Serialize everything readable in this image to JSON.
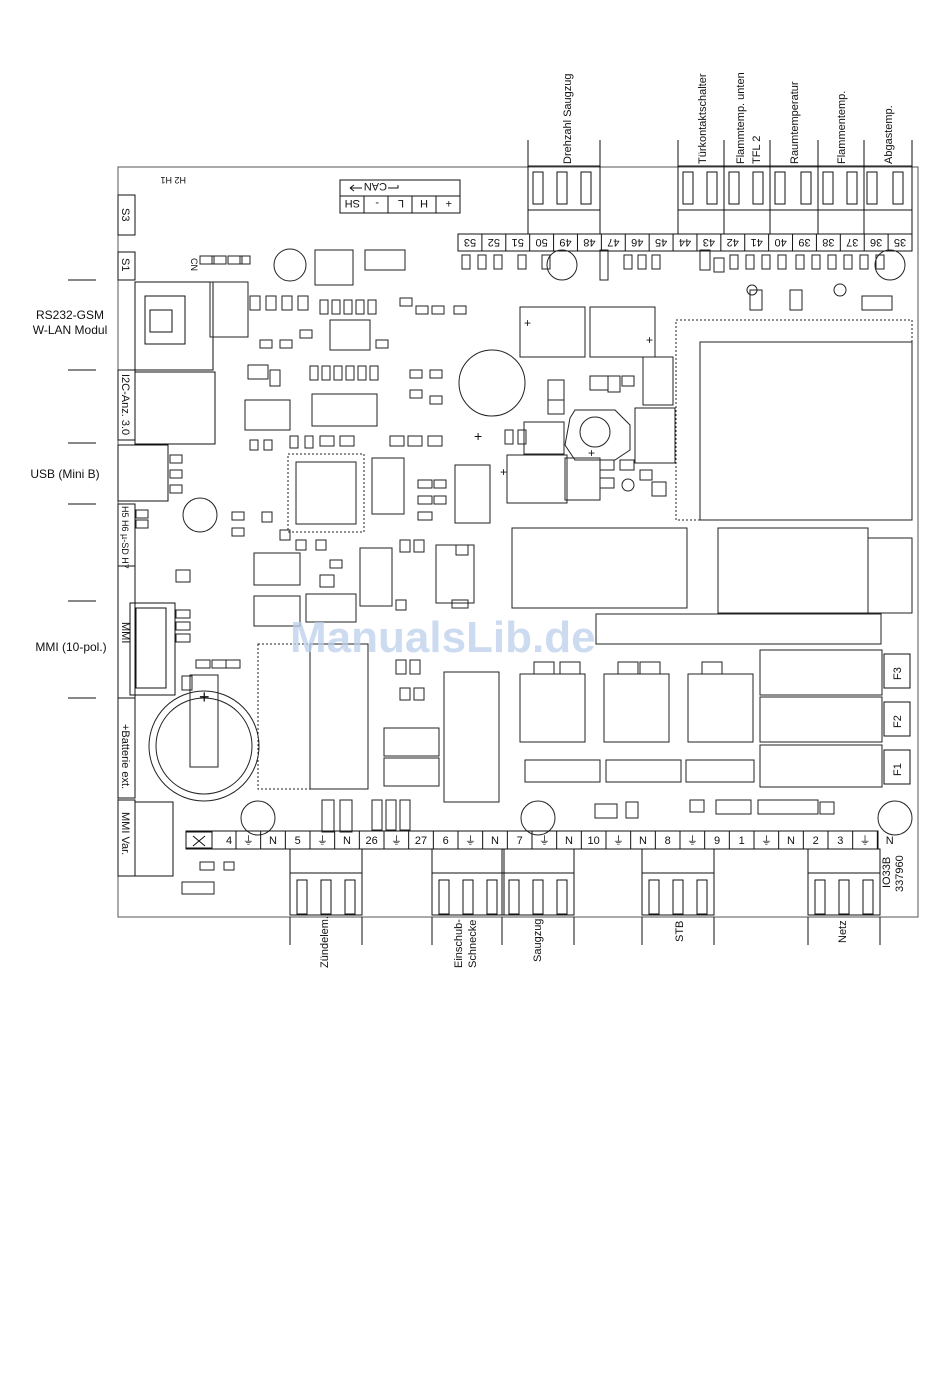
{
  "left_labels": {
    "rs232": [
      "RS232-GSM",
      "W-LAN Modul"
    ],
    "usb": "USB (Mini B)",
    "mmi": "MMI (10-pol.)"
  },
  "left_connectors": {
    "s3": "S3",
    "s1": "S1",
    "i2c": "I2C-Anz. 3.0",
    "usb_slot": "H5 H6 µ-SD H7",
    "mmi": "MMI",
    "batterie": "+Batterie ext.",
    "mmi_var": "MMI Var."
  },
  "top_labels": {
    "drehzahl": "Drehzahl Saugzug",
    "tuerkontakt": "Türkontaktschalter",
    "flammtemp_unten": [
      "Flammtemp. unten",
      "TFL 2"
    ],
    "raumtemperatur": "Raumtemperatur",
    "flammentemp": "Flammentemp.",
    "abgastemp": "Abgastemp."
  },
  "top_terminals": [
    "53",
    "52",
    "51",
    "50",
    "49",
    "48",
    "47",
    "46",
    "45",
    "44",
    "43",
    "42",
    "41",
    "40",
    "39",
    "38",
    "37",
    "36",
    "35"
  ],
  "can_box": {
    "title": "CAN",
    "cells": [
      "SH",
      "-",
      "L",
      "H",
      "+"
    ]
  },
  "small_labels": {
    "h2h1": "H2  H1",
    "cn": "CN"
  },
  "bottom_terminals": [
    "4",
    "⏚",
    "N",
    "5",
    "⏚",
    "N",
    "26",
    "⏚",
    "27",
    "6",
    "⏚",
    "N",
    "7",
    "⏚",
    "N",
    "10",
    "⏚",
    "N",
    "8",
    "⏚",
    "9",
    "1",
    "⏚",
    "N",
    "2",
    "3",
    "⏚",
    "N"
  ],
  "bottom_labels": {
    "zuendelem": "Zündelem.",
    "einschub": [
      "Einschub-",
      "Schnecke"
    ],
    "saugzug": "Saugzug",
    "stb": "STB",
    "netz": "Netz"
  },
  "fuses": [
    "F3",
    "F2",
    "F1"
  ],
  "board_id": [
    "IO33B",
    "337960"
  ],
  "watermark": "ManualsLib.de"
}
